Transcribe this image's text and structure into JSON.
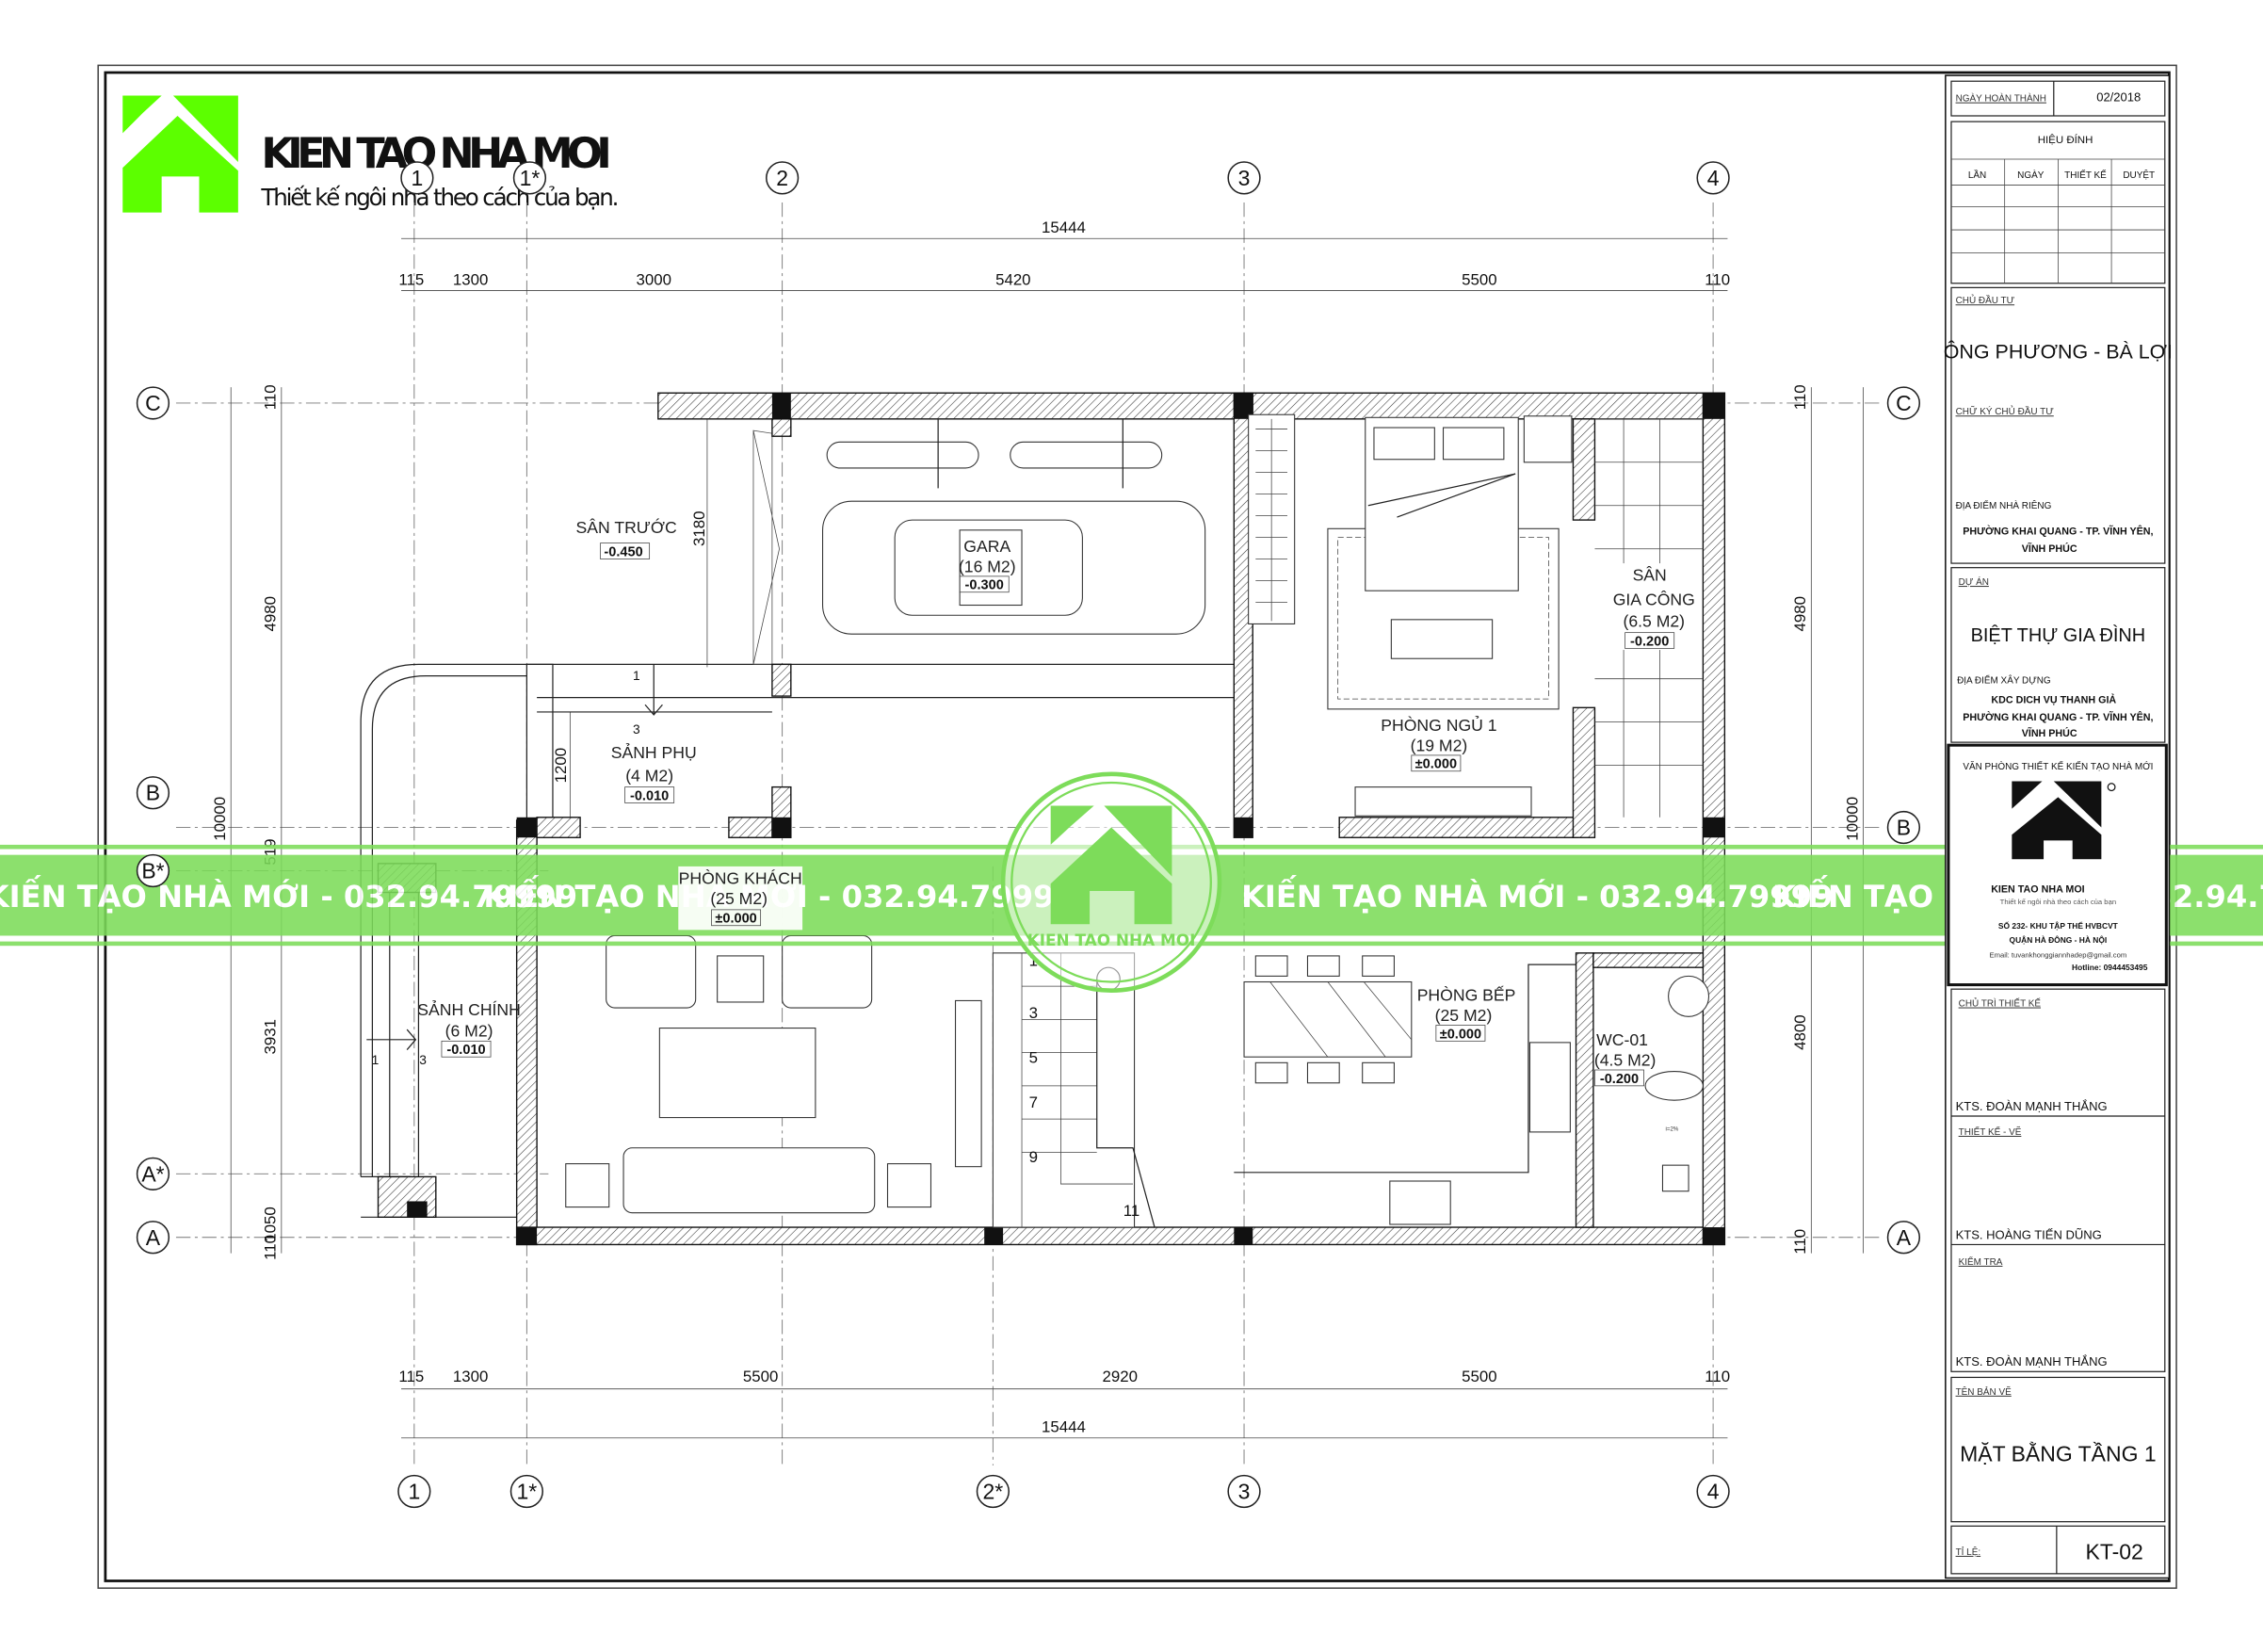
{
  "logo": {
    "brand": "KIEN TAO NHA MOI",
    "tagline": "Thiết kế ngôi nhà theo cách của bạn.",
    "color": "#5cff00"
  },
  "watermark": {
    "text": "KIẾN TẠO NHÀ MỚI - 032.94.79999",
    "seal_text": "KIEN TAO NHA MOI",
    "color": "#7ddc5a"
  },
  "axes": {
    "top": [
      "1",
      "1*",
      "2",
      "3",
      "4"
    ],
    "bottom": [
      "1",
      "1*",
      "2*",
      "3",
      "4"
    ],
    "left": [
      "C",
      "B",
      "B*",
      "A*",
      "A"
    ],
    "right": [
      "C",
      "B",
      "A"
    ]
  },
  "dimensions": {
    "top_total": "15444",
    "top": [
      "115",
      "1300",
      "3000",
      "5420",
      "5500",
      "110"
    ],
    "bottom": [
      "115",
      "1300",
      "5500",
      "2920",
      "5500",
      "110"
    ],
    "bottom_total": "15444",
    "left": [
      "110",
      "4980",
      "519",
      "3931",
      "1050",
      "110"
    ],
    "left_total": "10000",
    "right": [
      "110",
      "4980",
      "4800",
      "110"
    ],
    "right_total": "10000",
    "interior": [
      "3180",
      "1200"
    ]
  },
  "rooms": {
    "san_truoc": {
      "name": "SÂN TRƯỚC",
      "level": "-0.450"
    },
    "gara": {
      "name": "GARA",
      "area": "(16 M2)",
      "level": "-0.300"
    },
    "sanh_phu": {
      "name": "SẢNH PHỤ",
      "area": "(4 M2)",
      "level": "-0.010"
    },
    "phong_khach": {
      "name": "PHÒNG KHÁCH",
      "area": "(25 M2)",
      "level": "±0.000"
    },
    "sanh_chinh": {
      "name": "SẢNH CHÍNH",
      "area": "(6 M2)",
      "level": "-0.010"
    },
    "phong_ngu": {
      "name": "PHÒNG NGỦ 1",
      "area": "(19 M2)",
      "level": "±0.000"
    },
    "san_gia_cong": {
      "name1": "SÂN",
      "name2": "GIA CÔNG",
      "area": "(6.5 M2)",
      "level": "-0.200"
    },
    "phong_bep": {
      "name": "PHÒNG BẾP",
      "area": "(25 M2)",
      "level": "±0.000"
    },
    "wc": {
      "name": "WC-01",
      "area": "(4.5 M2)",
      "level": "-0.200",
      "slope": "i=2%"
    }
  },
  "steps": {
    "stair": [
      "1",
      "3",
      "5",
      "7",
      "9",
      "11"
    ],
    "side_ramp": [
      "1",
      "3"
    ],
    "main_ramp": [
      "1",
      "3"
    ]
  },
  "title_block": {
    "completion_label": "NGÀY HOÀN THÀNH",
    "completion_date": "02/2018",
    "revision_title": "HIỆU ĐÍNH",
    "revision_cols": [
      "LẦN",
      "NGÀY",
      "THIẾT KẾ",
      "DUYỆT"
    ],
    "owner_label": "CHỦ ĐẦU TƯ",
    "owner": "ÔNG PHƯƠNG - BÀ LỢI",
    "owner_sign_label": "CHỮ KÝ CHỦ ĐẦU TƯ",
    "home_address_label": "ĐỊA ĐIỂM NHÀ RIÊNG",
    "home_address": [
      "PHƯỜNG KHAI QUANG - TP. VĨNH YÊN,",
      "VĨNH PHÚC"
    ],
    "project_label": "DỰ ÁN",
    "project": "BIỆT THỰ GIA ĐÌNH",
    "site_label": "ĐỊA ĐIỂM XÂY DỰNG",
    "site_address": [
      "KDC DICH VỤ THANH GIẢ",
      "PHƯỜNG KHAI QUANG - TP. VĨNH YÊN,",
      "VĨNH PHÚC"
    ],
    "office": {
      "title": "VĂN PHÒNG THIẾT KẾ KIẾN TẠO NHÀ MỚI",
      "brand": "KIEN TAO NHA MOI",
      "tagline": "Thiết kế ngôi nhà theo cách của bạn",
      "address": [
        "SỐ 232- KHU TẬP THỂ HVBCVT",
        "QUẬN HÀ ĐÔNG - HÀ NỘI"
      ],
      "email": "Email: tuvankhonggiannhadep@gmail.com",
      "hotline": "Hotline: 0944453495"
    },
    "lead_label": "CHỦ TRÌ THIẾT KẾ",
    "lead": "KTS. ĐOÀN MẠNH THẮNG",
    "drawn_label": "THIẾT KẾ - VẼ",
    "drawn": "KTS. HOÀNG TIẾN DŨNG",
    "check_label": "KIỂM TRA",
    "check": "KTS. ĐOÀN MẠNH THẮNG",
    "sheet_name_label": "TÊN BẢN VẼ",
    "sheet_name": "MẶT BẰNG TẦNG 1",
    "scale_label": "TỈ LỆ:",
    "sheet_no": "KT-02"
  }
}
